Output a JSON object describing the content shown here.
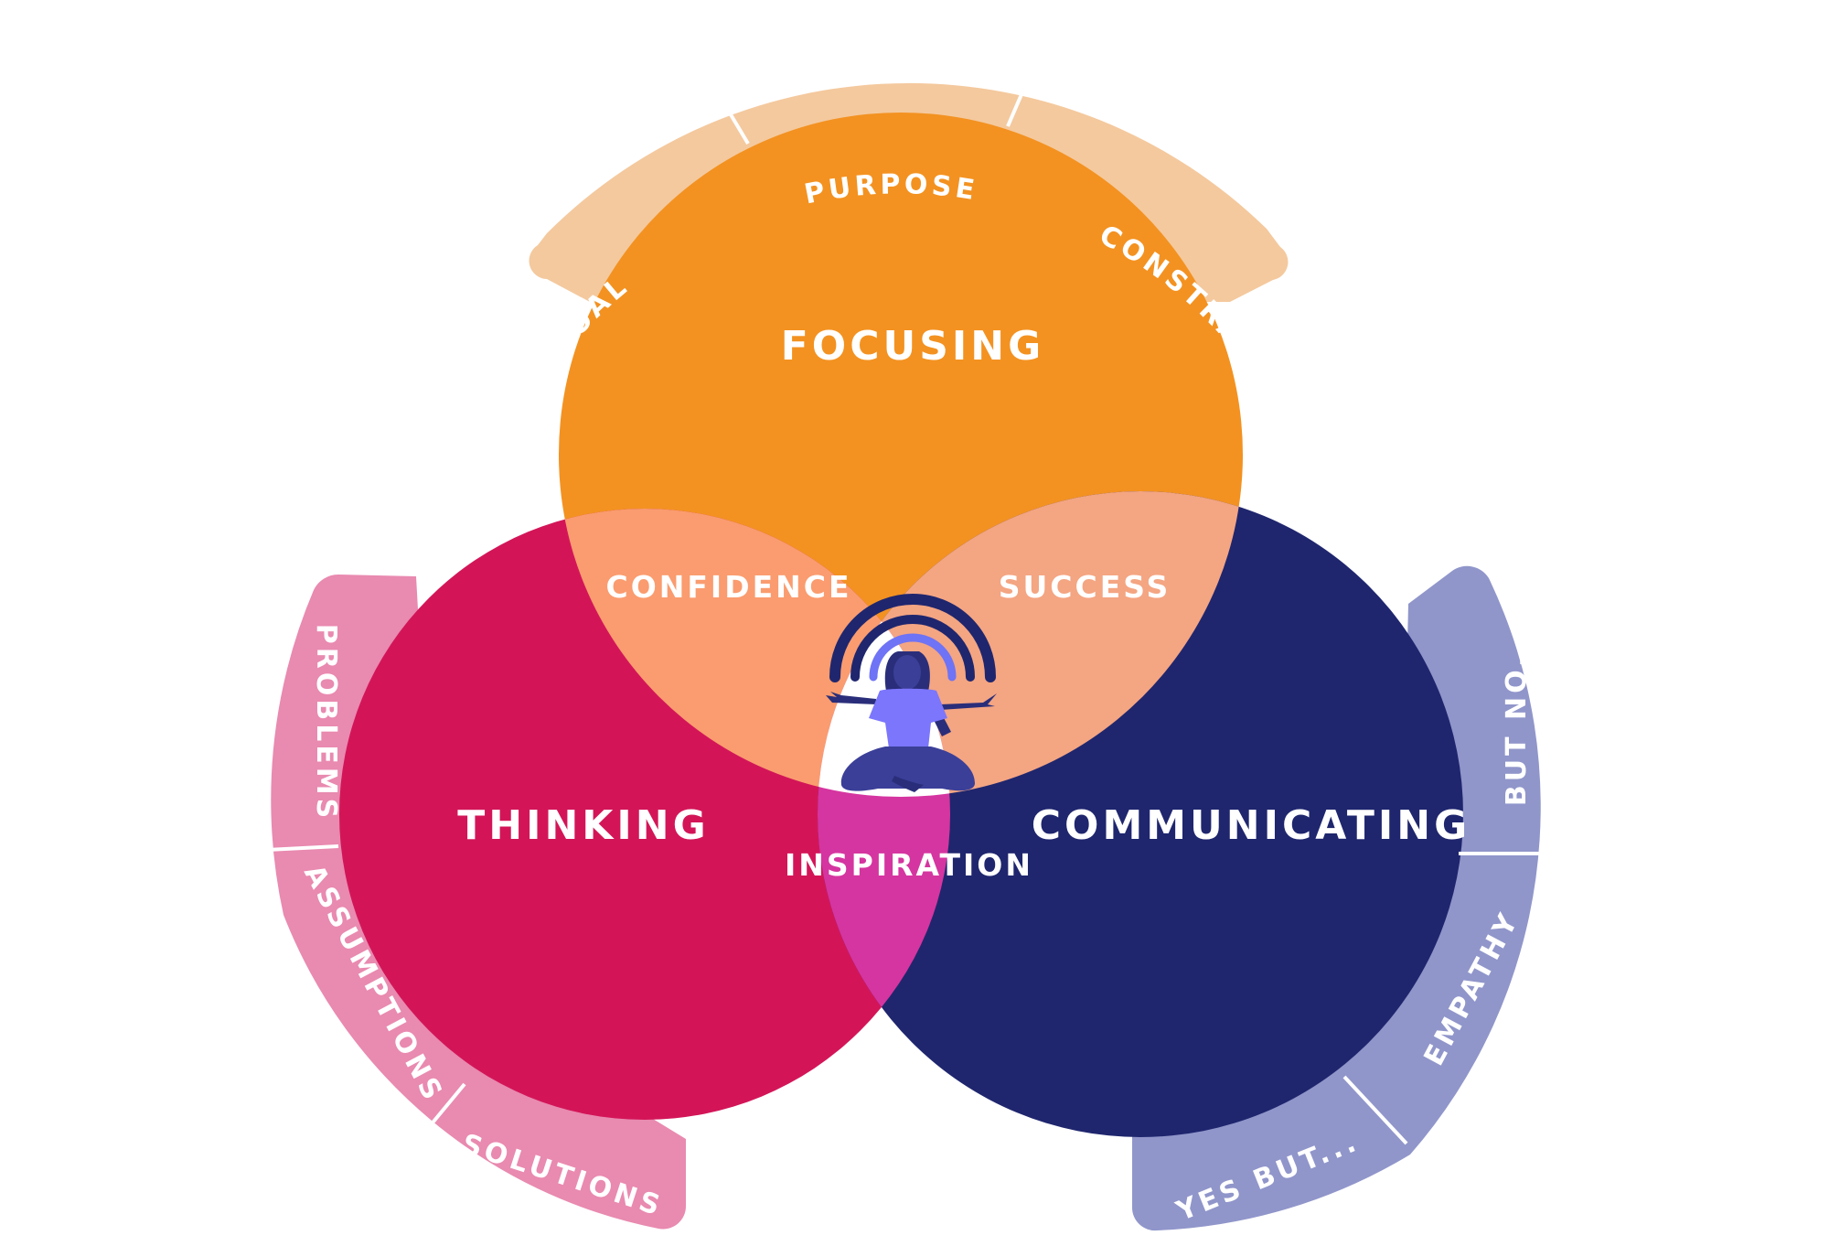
{
  "colors": {
    "focusing": "#F39221",
    "thinking": "#D31558",
    "communicating": "#1F266E",
    "focusing_thinking": "#FA9C6F",
    "focusing_communicating": "#F4A582",
    "thinking_communicating": "#D535A0",
    "center": "#FFFFFF",
    "focusing_arc": "#F4C99E",
    "thinking_arc": "#E98AB0",
    "communicating_arc": "#9096CA",
    "text": "#FFFFFF"
  },
  "circles": {
    "focusing": {
      "label": "FOCUSING"
    },
    "thinking": {
      "label": "THINKING"
    },
    "communicating": {
      "label": "COMMUNICATING"
    }
  },
  "overlaps": {
    "focusing_thinking": "CONFIDENCE",
    "focusing_communicating": "SUCCESS",
    "thinking_communicating": "INSPIRATION"
  },
  "center_icon": "meditating-person-icon",
  "arcs": {
    "focusing": {
      "segments": [
        "GOAL",
        "PURPOSE",
        "CONSTRAINT"
      ]
    },
    "thinking": {
      "segments": [
        "PROBLEMS",
        "ASSUMPTIONS",
        "SOLUTIONS"
      ]
    },
    "communicating": {
      "segments": [
        "BUT NO...",
        "EMPATHY",
        "YES BUT..."
      ]
    }
  }
}
